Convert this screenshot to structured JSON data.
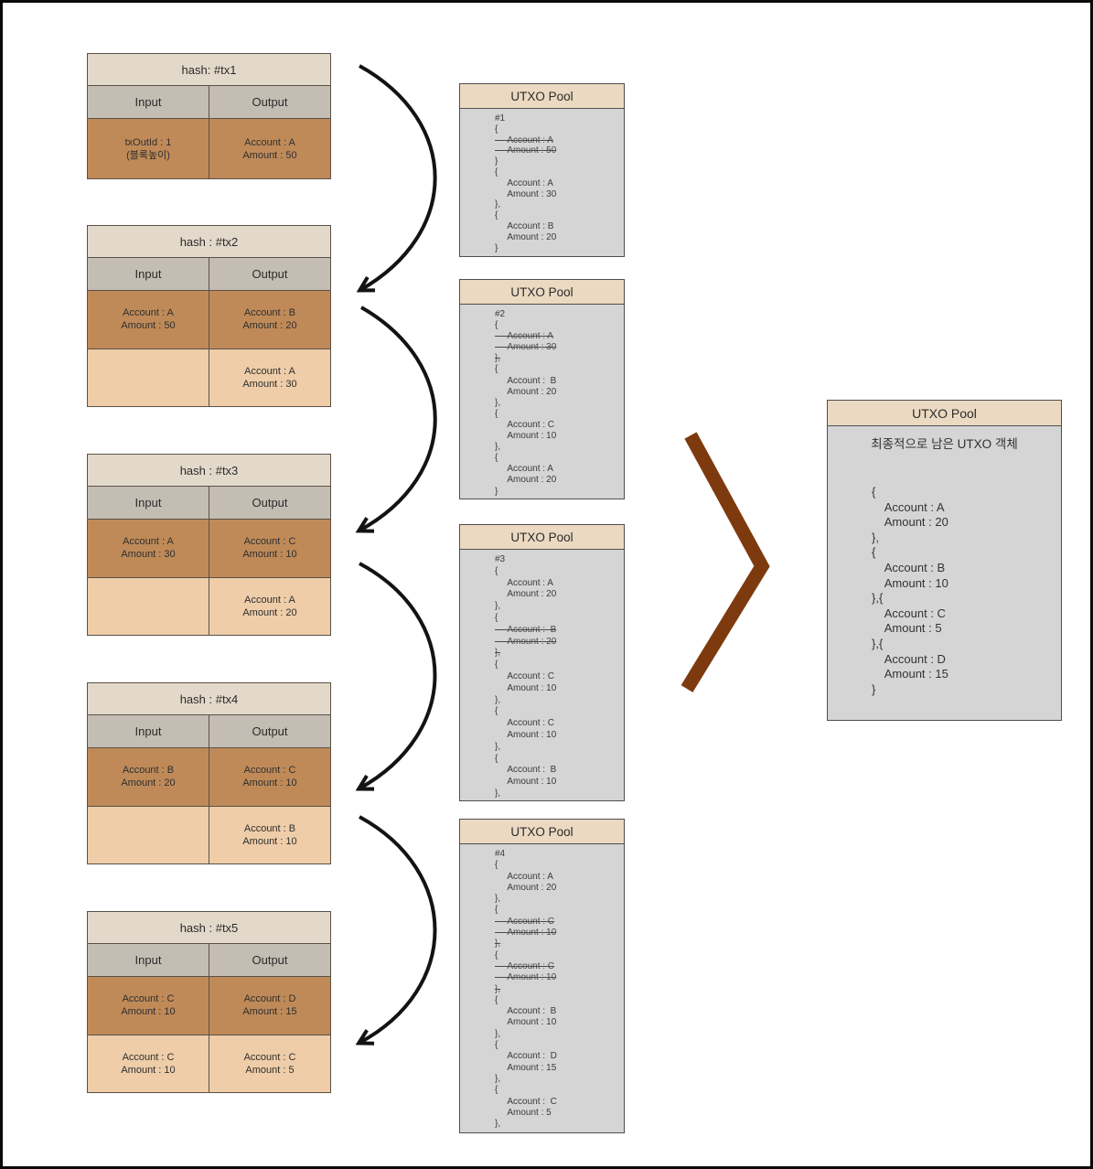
{
  "transactions": [
    {
      "hash": "hash: #tx1",
      "input_header": "Input",
      "output_header": "Output",
      "rows": [
        {
          "input": "txOutId : 1\n(블록높이)",
          "output": "Account : A\nAmount : 50"
        }
      ]
    },
    {
      "hash": "hash : #tx2",
      "input_header": "Input",
      "output_header": "Output",
      "rows": [
        {
          "input": "Account : A\nAmount : 50",
          "output": "Account : B\nAmount : 20"
        },
        {
          "input": "",
          "output": "Account : A\nAmount : 30"
        }
      ]
    },
    {
      "hash": "hash : #tx3",
      "input_header": "Input",
      "output_header": "Output",
      "rows": [
        {
          "input": "Account : A\nAmount : 30",
          "output": "Account : C\nAmount : 10"
        },
        {
          "input": "",
          "output": "Account : A\nAmount : 20"
        }
      ]
    },
    {
      "hash": "hash : #tx4",
      "input_header": "Input",
      "output_header": "Output",
      "rows": [
        {
          "input": "Account : B\nAmount : 20",
          "output": "Account : C\nAmount : 10"
        },
        {
          "input": "",
          "output": "Account : B\nAmount : 10"
        }
      ]
    },
    {
      "hash": "hash : #tx5",
      "input_header": "Input",
      "output_header": "Output",
      "rows": [
        {
          "input": "Account : C\nAmount : 10",
          "output": "Account : D\nAmount : 15"
        },
        {
          "input": "Account : C\nAmount : 10",
          "output": "Account : C\nAmount : 5"
        }
      ]
    }
  ],
  "pools": [
    {
      "title": "UTXO Pool",
      "lines": [
        {
          "t": "#1"
        },
        {
          "t": "{"
        },
        {
          "t": "     Account : A",
          "s": true
        },
        {
          "t": "     Amount : 50",
          "s": true
        },
        {
          "t": "}"
        },
        {
          "t": "{"
        },
        {
          "t": "     Account : A"
        },
        {
          "t": "     Amount : 30"
        },
        {
          "t": "},"
        },
        {
          "t": "{"
        },
        {
          "t": "     Account : B"
        },
        {
          "t": "     Amount : 20"
        },
        {
          "t": "}"
        }
      ]
    },
    {
      "title": "UTXO Pool",
      "lines": [
        {
          "t": "#2"
        },
        {
          "t": "{"
        },
        {
          "t": "     Account : A",
          "s": true
        },
        {
          "t": "     Amount : 30",
          "s": true
        },
        {
          "t": "},",
          "s": true
        },
        {
          "t": "{"
        },
        {
          "t": "     Account :  B"
        },
        {
          "t": "     Amount : 20"
        },
        {
          "t": "},"
        },
        {
          "t": "{"
        },
        {
          "t": "     Account : C"
        },
        {
          "t": "     Amount : 10"
        },
        {
          "t": "},"
        },
        {
          "t": "{"
        },
        {
          "t": "     Account : A"
        },
        {
          "t": "     Amount : 20"
        },
        {
          "t": "}"
        }
      ]
    },
    {
      "title": "UTXO Pool",
      "lines": [
        {
          "t": "#3"
        },
        {
          "t": "{"
        },
        {
          "t": "     Account : A"
        },
        {
          "t": "     Amount : 20"
        },
        {
          "t": "},"
        },
        {
          "t": "{"
        },
        {
          "t": "     Account :  B",
          "s": true
        },
        {
          "t": "     Amount : 20",
          "s": true
        },
        {
          "t": "},",
          "s": true
        },
        {
          "t": "{"
        },
        {
          "t": "     Account : C"
        },
        {
          "t": "     Amount : 10"
        },
        {
          "t": "},"
        },
        {
          "t": "{"
        },
        {
          "t": "     Account : C"
        },
        {
          "t": "     Amount : 10"
        },
        {
          "t": "},"
        },
        {
          "t": "{"
        },
        {
          "t": "     Account :  B"
        },
        {
          "t": "     Amount : 10"
        },
        {
          "t": "},"
        }
      ]
    },
    {
      "title": "UTXO Pool",
      "lines": [
        {
          "t": "#4"
        },
        {
          "t": "{"
        },
        {
          "t": "     Account : A"
        },
        {
          "t": "     Amount : 20"
        },
        {
          "t": "},"
        },
        {
          "t": "{"
        },
        {
          "t": "     Account : C",
          "s": true
        },
        {
          "t": "     Amount : 10",
          "s": true
        },
        {
          "t": "},",
          "s": true
        },
        {
          "t": "{"
        },
        {
          "t": "     Account : C",
          "s": true
        },
        {
          "t": "     Amount : 10",
          "s": true
        },
        {
          "t": "},",
          "s": true
        },
        {
          "t": "{"
        },
        {
          "t": "     Account :  B"
        },
        {
          "t": "     Amount : 10"
        },
        {
          "t": "},"
        },
        {
          "t": "{"
        },
        {
          "t": "     Account :  D"
        },
        {
          "t": "     Amount : 15"
        },
        {
          "t": "},"
        },
        {
          "t": "{"
        },
        {
          "t": "     Account :  C"
        },
        {
          "t": "     Amount : 5"
        },
        {
          "t": "},"
        }
      ]
    }
  ],
  "final_pool": {
    "title": "UTXO Pool",
    "subtitle": "최종적으로 남은 UTXO 객체",
    "lines": [
      {
        "t": "{"
      },
      {
        "t": "    Account : A"
      },
      {
        "t": "    Amount : 20"
      },
      {
        "t": "},"
      },
      {
        "t": "{"
      },
      {
        "t": "    Account : B"
      },
      {
        "t": "    Amount : 10"
      },
      {
        "t": "},{"
      },
      {
        "t": "    Account : C"
      },
      {
        "t": "    Amount : 5"
      },
      {
        "t": "},{"
      },
      {
        "t": "    Account : D"
      },
      {
        "t": "    Amount : 15"
      },
      {
        "t": "}"
      }
    ]
  },
  "colors": {
    "cell_brown": "#BF8A58",
    "cell_peach": "#EECDA8",
    "tx_header_beige": "#E3D9CB",
    "column_header_gray": "#C4BDB3",
    "pool_header_beige": "#EBD9C2",
    "pool_body_gray": "#D5D5D5",
    "chevron_brown": "#7E3A0F",
    "arrow_black": "#131313"
  }
}
